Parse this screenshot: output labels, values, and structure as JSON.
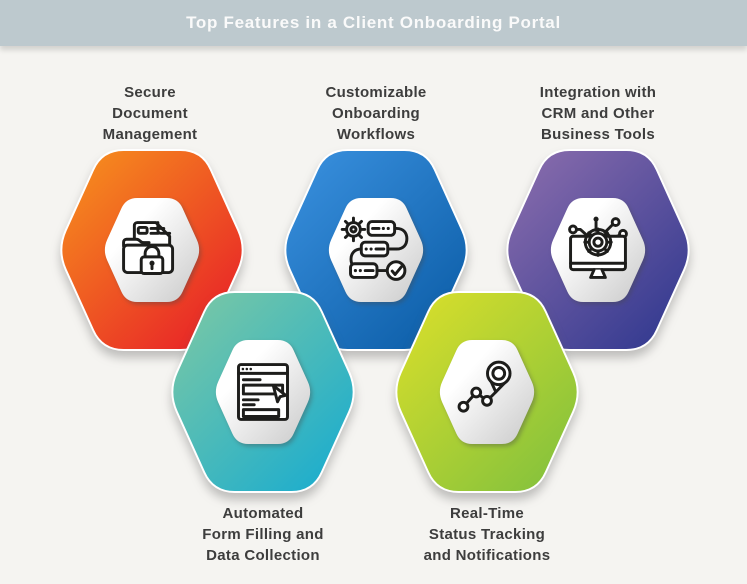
{
  "header": {
    "title": "Top Features in a Client Onboarding Portal",
    "background": "#bdc9ce",
    "text_color": "#fafafa"
  },
  "canvas_background": "#f5f4f1",
  "inner_hexagon": {
    "color_from": "#ffffff",
    "color_to": "#c9c9c9"
  },
  "features": [
    {
      "id": "secure-document-management",
      "icon": "folder-lock-icon",
      "lines": [
        "Secure",
        "Document",
        "Management"
      ],
      "color_from": "#f7951d",
      "color_to": "#e71d28"
    },
    {
      "id": "customizable-onboarding-workflows",
      "icon": "workflow-gear-icon",
      "lines": [
        "Customizable",
        "Onboarding",
        "Workflows"
      ],
      "color_from": "#3b92e0",
      "color_to": "#0b5ca6"
    },
    {
      "id": "crm-integration",
      "icon": "monitor-gear-network-icon",
      "lines": [
        "Integration with",
        "CRM and Other",
        "Business Tools"
      ],
      "color_from": "#8e6fae",
      "color_to": "#30388f"
    },
    {
      "id": "automated-form-filling",
      "icon": "form-cursor-icon",
      "lines": [
        "Automated",
        "Form Filling and",
        "Data Collection"
      ],
      "color_from": "#7fc9a3",
      "color_to": "#19accf"
    },
    {
      "id": "real-time-tracking",
      "icon": "route-pin-icon",
      "lines": [
        "Real-Time",
        "Status Tracking",
        "and Notifications"
      ],
      "color_from": "#dde02a",
      "color_to": "#82c13d"
    }
  ]
}
